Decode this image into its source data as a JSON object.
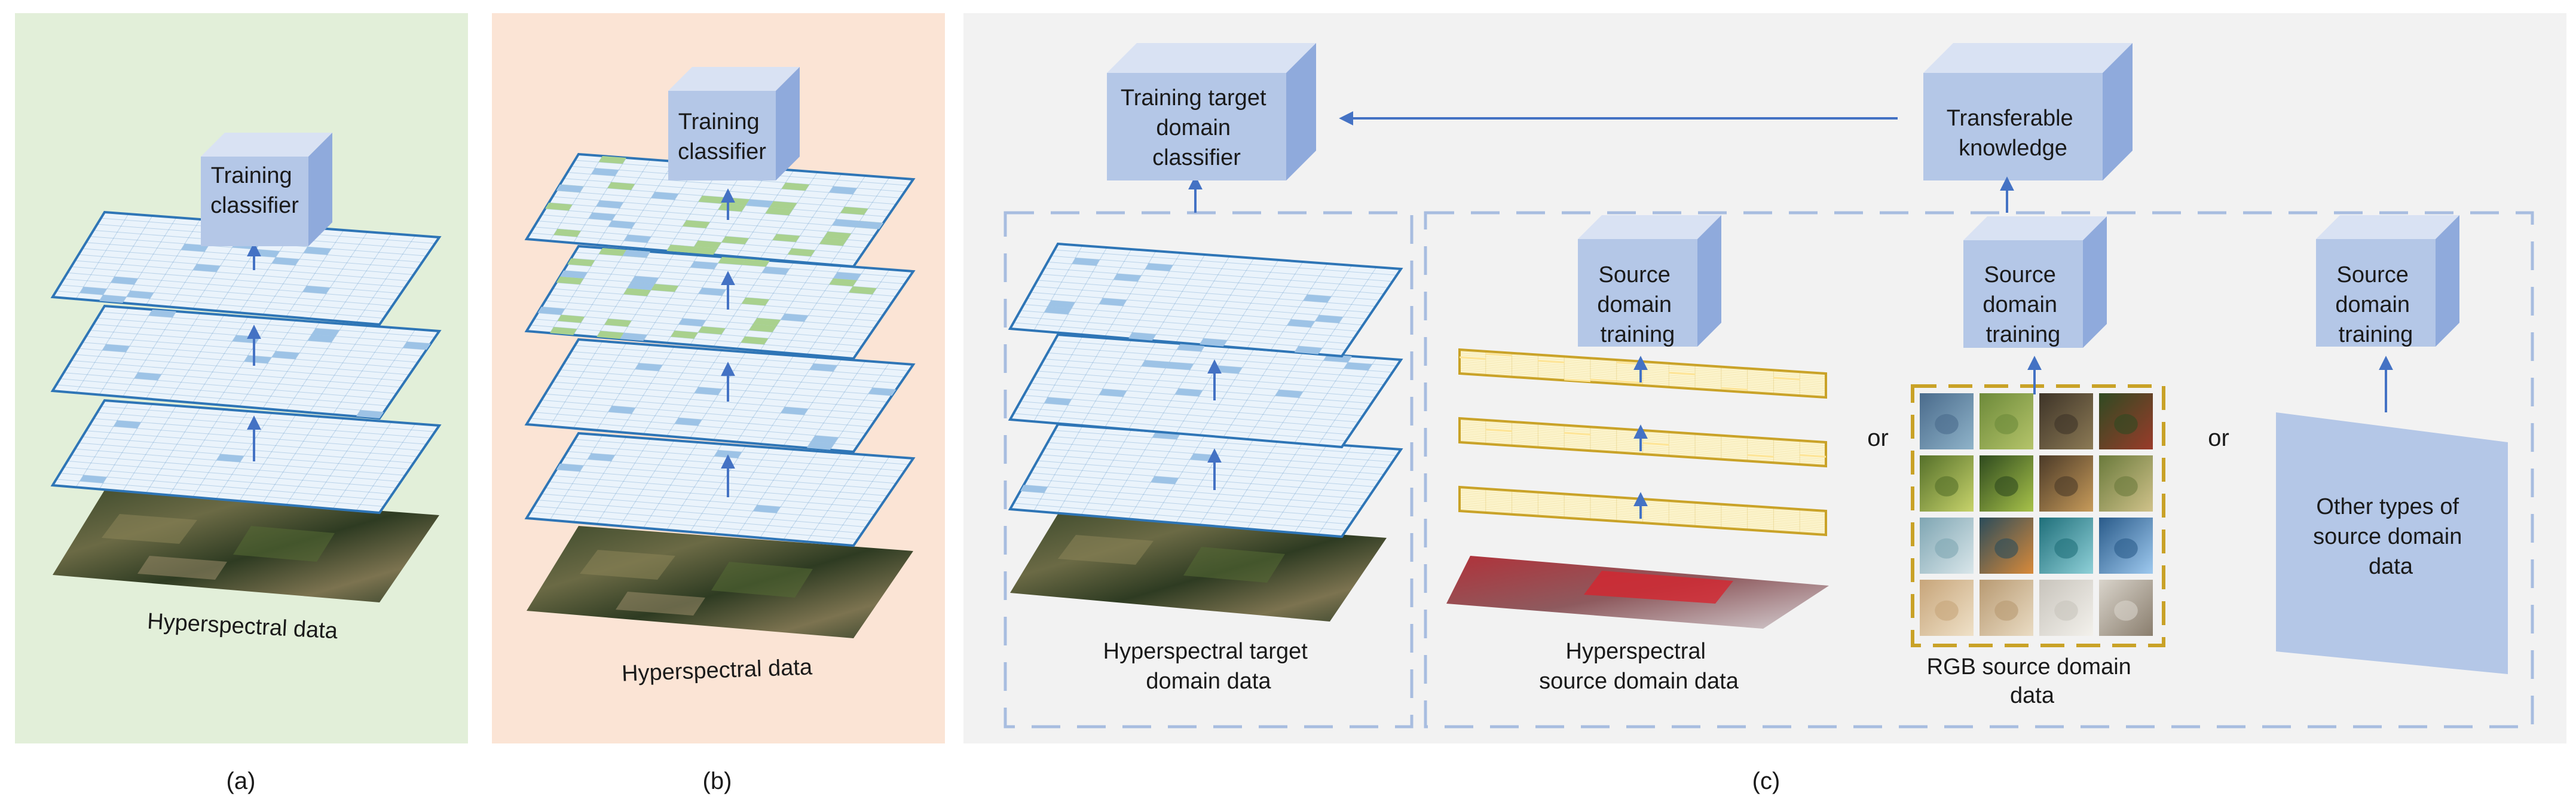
{
  "colors": {
    "panel_a_bg": "#e2efd9",
    "panel_b_bg": "#fbe4d5",
    "panel_c_bg": "#f2f2f2",
    "box_front": "#b4c7e7",
    "box_top": "#d9e2f3",
    "box_side": "#8faadc",
    "arrow": "#4472c4",
    "grid_blue_fill": "#eaf3fb",
    "grid_blue_edge": "#2e75b6",
    "grid_yellow_fill": "#fff9d6",
    "grid_yellow_edge": "#c9a227",
    "cell_blue": "#9dc3e6",
    "cell_green": "#a9d18e",
    "cell_yellow": "#ffe699",
    "dash": "#a8bde0",
    "other_block": "#b4c7e7"
  },
  "panel_a": {
    "classifier": [
      "Training",
      "classifier"
    ],
    "data_label": "Hyperspectral data",
    "caption": "(a)"
  },
  "panel_b": {
    "classifier": [
      "Training",
      "classifier"
    ],
    "data_label": "Hyperspectral data",
    "caption": "(b)"
  },
  "panel_c": {
    "target_classifier": [
      "Training target",
      "domain",
      "classifier"
    ],
    "knowledge": [
      "Transferable",
      "knowledge"
    ],
    "target_data_label": [
      "Hyperspectral target",
      "domain data"
    ],
    "source_training_1": [
      "Source",
      "domain",
      "training"
    ],
    "source_training_2": [
      "Source",
      "domain",
      "training"
    ],
    "source_training_3": [
      "Source",
      "domain",
      "training"
    ],
    "hs_source_label": [
      "Hyperspectral",
      "source domain data"
    ],
    "rgb_source_label": [
      "RGB source domain",
      "data"
    ],
    "other_source_label": [
      "Other types of",
      "source domain",
      "data"
    ],
    "or_1": "or",
    "or_2": "or",
    "caption": "(c)"
  }
}
